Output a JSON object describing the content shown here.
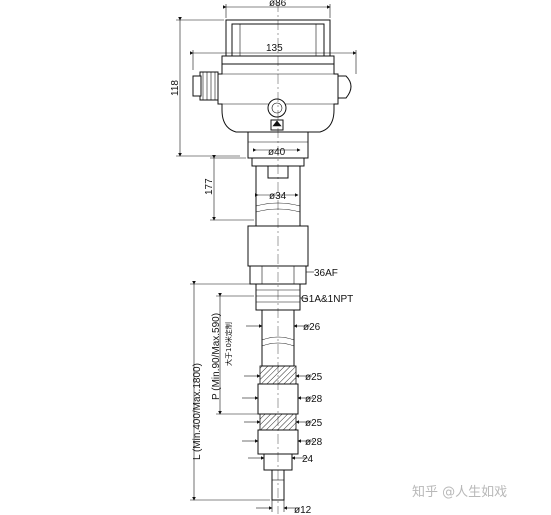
{
  "diagram": {
    "dimensions": {
      "top_width": "ø86",
      "head_width": "135",
      "head_height": "118",
      "neck_diameter": "ø40",
      "neck_length": "177",
      "tube_diameter": "ø34",
      "hex_size": "36AF",
      "thread": "G1A&1NPT",
      "probe_d26": "ø26",
      "probe_d25_upper": "ø25",
      "probe_d28_upper": "ø28",
      "probe_d25_lower": "ø25",
      "probe_d28_lower": "ø28",
      "probe_24": "24",
      "tip_diameter": "ø12",
      "length_L": "L (Min.400/Max.1800)",
      "position_P": "P (Min.90/Max.590)",
      "position_P_note": "大于10米定制"
    }
  },
  "watermark": {
    "text": "知乎 @人生如戏"
  }
}
